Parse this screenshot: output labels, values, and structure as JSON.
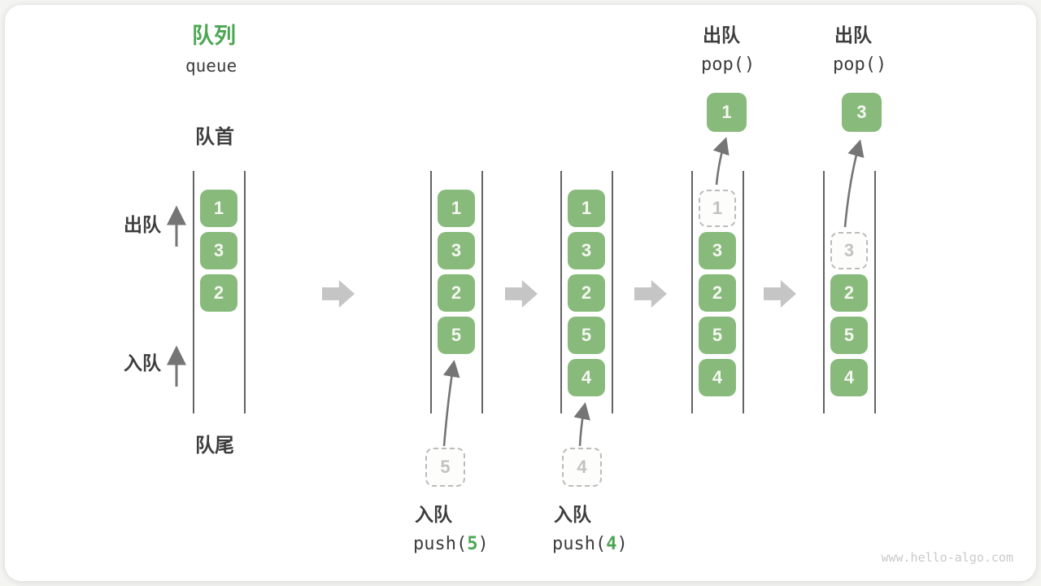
{
  "title": {
    "zh": "队列",
    "en": "queue"
  },
  "side_labels": {
    "front": "队首",
    "rear": "队尾",
    "dequeue": "出队",
    "enqueue": "入队"
  },
  "colors": {
    "box_green": "#88ba7b",
    "box_text": "#f5f7f1",
    "accent_green": "#4ca653",
    "text_dark": "#3d3d3d",
    "dashed_border": "#bcbcbc",
    "dashed_text": "#c2c2c2",
    "line_gray": "#636363",
    "block_arrow": "#c5c5c5",
    "thin_arrow": "#757575",
    "watermark": "#c9c9c9"
  },
  "queue_states": [
    {
      "id": "initial",
      "slots": [
        {
          "slot": 0,
          "value": "1",
          "style": "solid"
        },
        {
          "slot": 1,
          "value": "3",
          "style": "solid"
        },
        {
          "slot": 2,
          "value": "2",
          "style": "solid"
        }
      ]
    },
    {
      "id": "after-push-5",
      "slots": [
        {
          "slot": 0,
          "value": "1",
          "style": "solid"
        },
        {
          "slot": 1,
          "value": "3",
          "style": "solid"
        },
        {
          "slot": 2,
          "value": "2",
          "style": "solid"
        },
        {
          "slot": 3,
          "value": "5",
          "style": "solid"
        }
      ]
    },
    {
      "id": "after-push-4",
      "slots": [
        {
          "slot": 0,
          "value": "1",
          "style": "solid"
        },
        {
          "slot": 1,
          "value": "3",
          "style": "solid"
        },
        {
          "slot": 2,
          "value": "2",
          "style": "solid"
        },
        {
          "slot": 3,
          "value": "5",
          "style": "solid"
        },
        {
          "slot": 4,
          "value": "4",
          "style": "solid"
        }
      ]
    },
    {
      "id": "after-pop-1",
      "slots": [
        {
          "slot": 0,
          "value": "1",
          "style": "dashed"
        },
        {
          "slot": 1,
          "value": "3",
          "style": "solid"
        },
        {
          "slot": 2,
          "value": "2",
          "style": "solid"
        },
        {
          "slot": 3,
          "value": "5",
          "style": "solid"
        },
        {
          "slot": 4,
          "value": "4",
          "style": "solid"
        }
      ]
    },
    {
      "id": "after-pop-3",
      "slots": [
        {
          "slot": 1,
          "value": "3",
          "style": "dashed"
        },
        {
          "slot": 2,
          "value": "2",
          "style": "solid"
        },
        {
          "slot": 3,
          "value": "5",
          "style": "solid"
        },
        {
          "slot": 4,
          "value": "4",
          "style": "solid"
        }
      ]
    }
  ],
  "incoming_items": [
    {
      "value": "5"
    },
    {
      "value": "4"
    }
  ],
  "popped_items": [
    {
      "value": "1"
    },
    {
      "value": "3"
    }
  ],
  "operations": {
    "push5": {
      "zh": "入队",
      "fn": "push(",
      "arg": "5",
      "close": ")"
    },
    "push4": {
      "zh": "入队",
      "fn": "push(",
      "arg": "4",
      "close": ")"
    },
    "pop_left": {
      "zh": "出队",
      "code": "pop()"
    },
    "pop_right": {
      "zh": "出队",
      "code": "pop()"
    }
  },
  "watermark": "www.hello-algo.com"
}
